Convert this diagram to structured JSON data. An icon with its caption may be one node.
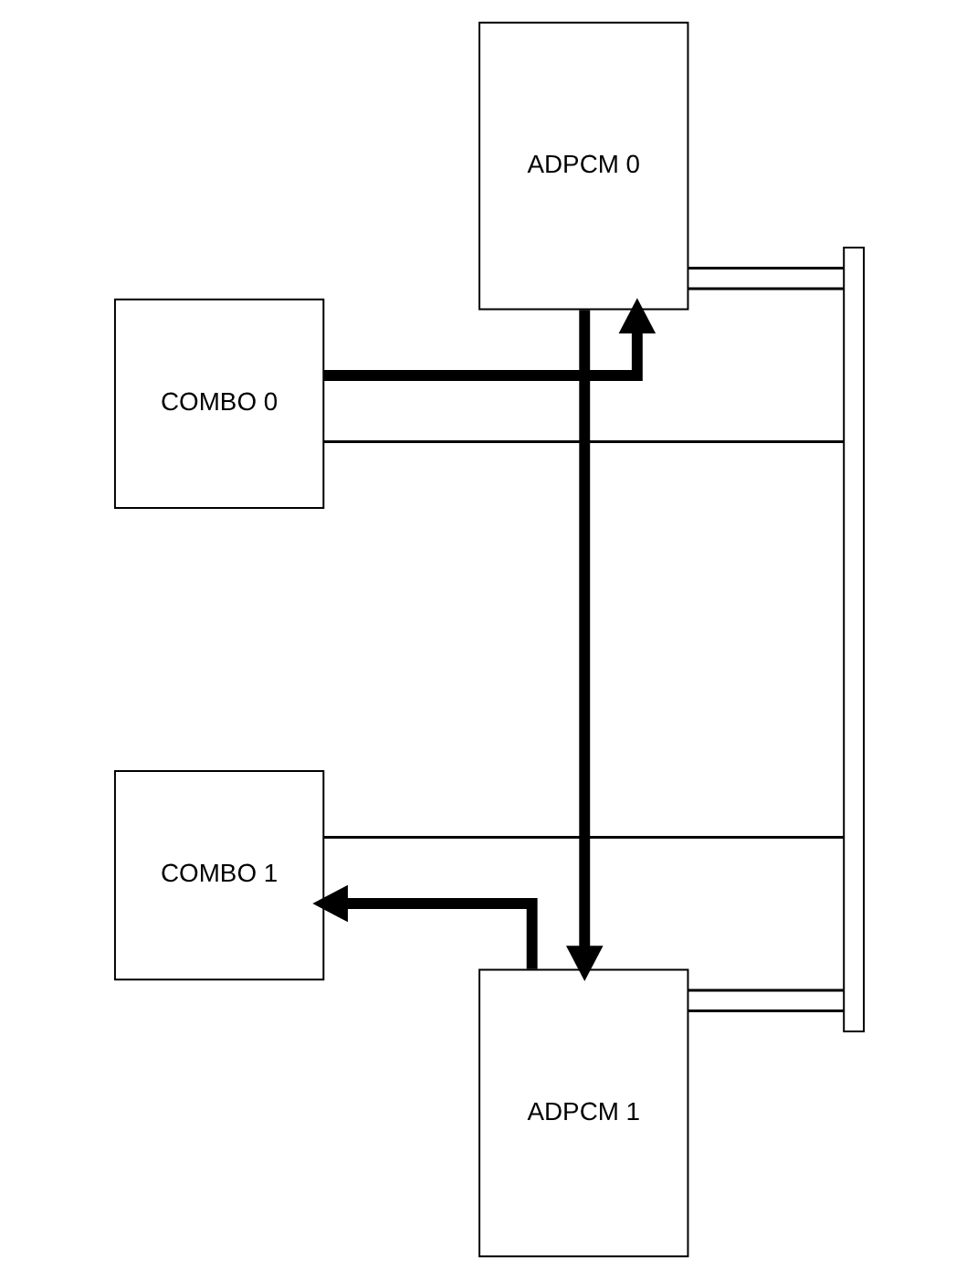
{
  "diagram": {
    "nodes": [
      {
        "text": [
          "COMBO 0"
        ]
      },
      {
        "text": [
          "ADPCM 0"
        ]
      },
      {
        "text": [],
        "shape": "bar"
      },
      {
        "text": [
          "COMBO 1"
        ]
      },
      {
        "text": [
          "ADPCM 1"
        ]
      }
    ],
    "edges": [
      {
        "from": 0,
        "to": 1,
        "arrow": "to",
        "style": "thick"
      },
      {
        "from": 1,
        "to": 4,
        "arrow": "to",
        "style": "thick"
      },
      {
        "from": 4,
        "to": 3,
        "arrow": "to",
        "style": "thick"
      },
      {
        "from": 0,
        "to": 2,
        "arrow": "none"
      },
      {
        "from": 1,
        "to": 2,
        "arrow": "none"
      },
      {
        "from": 1,
        "to": 2,
        "arrow": "none"
      },
      {
        "from": 3,
        "to": 2,
        "arrow": "none"
      },
      {
        "from": 4,
        "to": 2,
        "arrow": "none"
      },
      {
        "from": 4,
        "to": 2,
        "arrow": "none"
      }
    ]
  }
}
